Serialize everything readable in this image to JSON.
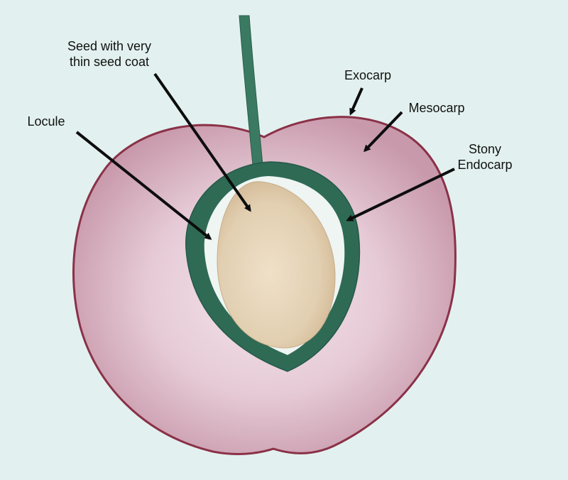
{
  "diagram": {
    "labels": {
      "seed": [
        "Seed with very",
        "thin seed coat"
      ],
      "exocarp": "Exocarp",
      "mesocarp": "Mesocarp",
      "stony_endocarp": [
        "Stony",
        "Endocarp"
      ],
      "locule": "Locule"
    },
    "colors": {
      "background": "#e2f1ef",
      "exocarp": "#8a3148",
      "mesocarp": "#d7b5c3",
      "endocarp": "#2f6a55",
      "seed": "#e0cfb3",
      "locule": "#eef5f3",
      "stem": "#3b7a62",
      "arrow": "#0d0d0d"
    }
  }
}
